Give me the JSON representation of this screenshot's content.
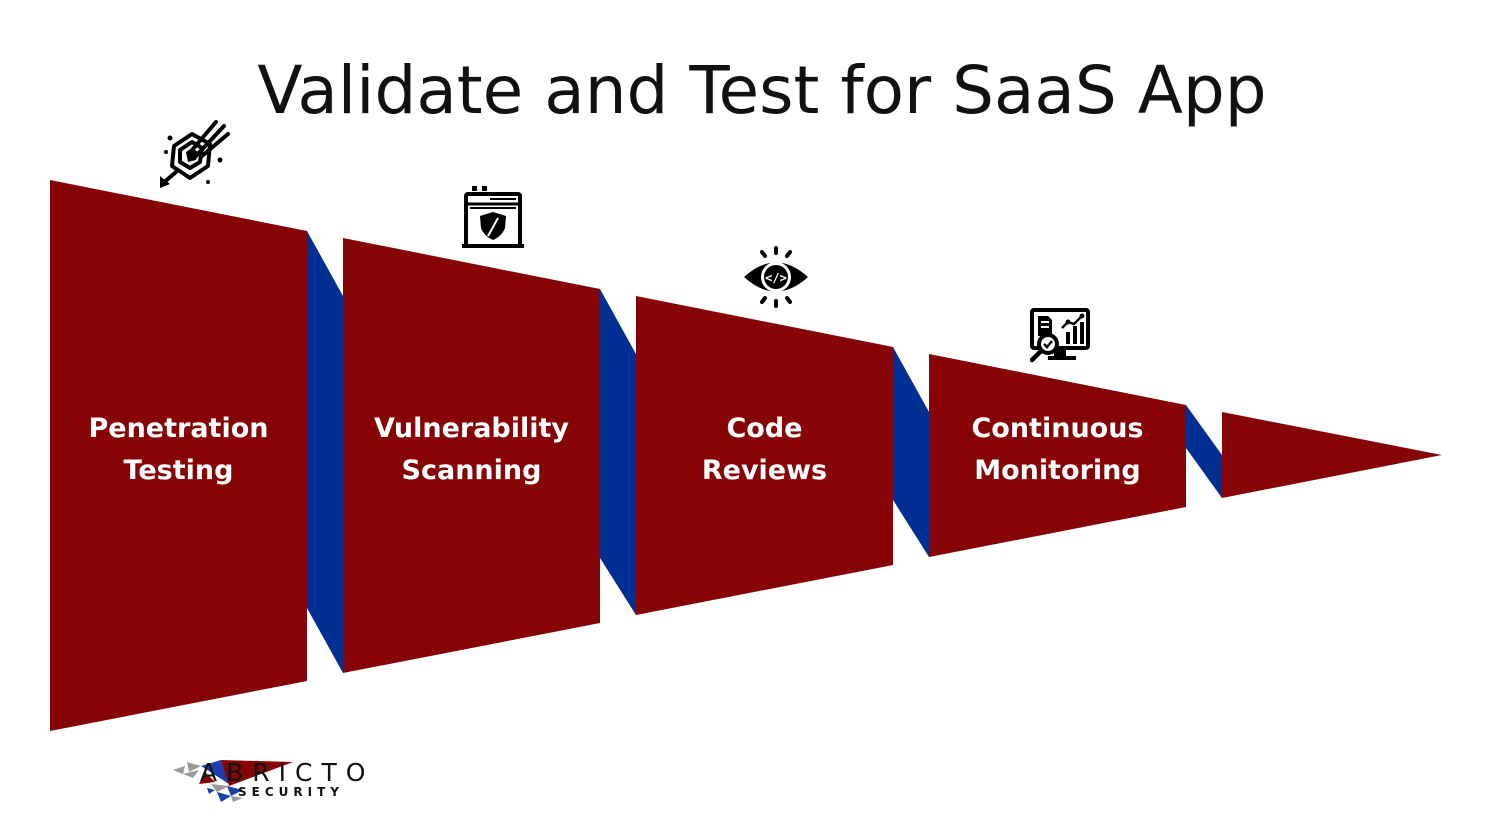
{
  "title": "Validate and Test for SaaS App",
  "colors": {
    "panel": "#860406",
    "connector": "#002f94",
    "text_on_panel": "#ffffff",
    "title": "#111111"
  },
  "stages": [
    {
      "line1": "Penetration",
      "line2": "Testing",
      "icon": "shield-break-icon"
    },
    {
      "line1": "Vulnerability",
      "line2": "Scanning",
      "icon": "browser-shield-icon"
    },
    {
      "line1": "Code",
      "line2": "Reviews",
      "icon": "code-eye-icon"
    },
    {
      "line1": "Continuous",
      "line2": "Monitoring",
      "icon": "monitor-analytics-icon"
    }
  ],
  "logo": {
    "name": "ABRICTO",
    "tagline": "SECURITY"
  }
}
